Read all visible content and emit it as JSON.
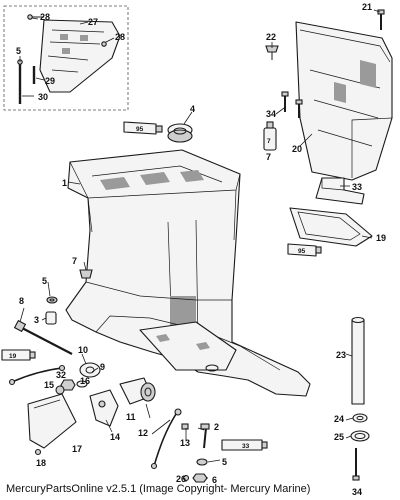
{
  "callouts": {
    "c1": "1",
    "c2": "2",
    "c3": "3",
    "c4": "4",
    "c5a": "5",
    "c5b": "5",
    "c5c": "5",
    "c6": "6",
    "c7a": "7",
    "c7b": "7",
    "c8": "8",
    "c9": "9",
    "c10": "10",
    "c11": "11",
    "c12": "12",
    "c13": "13",
    "c14": "14",
    "c15": "15",
    "c16": "16",
    "c17": "17",
    "c18": "18",
    "c19a": "19",
    "c19b": "19",
    "c20": "20",
    "c21": "21",
    "c22": "22",
    "c23": "23",
    "c24": "24",
    "c25": "25",
    "c26": "26",
    "c27": "27",
    "c28a": "28",
    "c28b": "28",
    "c29": "29",
    "c30": "30",
    "c32": "32",
    "c33": "33",
    "c34a": "34",
    "c34b": "34"
  },
  "tube_labels": {
    "t95a": "95",
    "t95b": "95",
    "t7": "7",
    "t19": "19",
    "t33": "33"
  },
  "footer": "MercuryPartsOnline v2.5.1 (Image Copyright- Mercury Marine)"
}
